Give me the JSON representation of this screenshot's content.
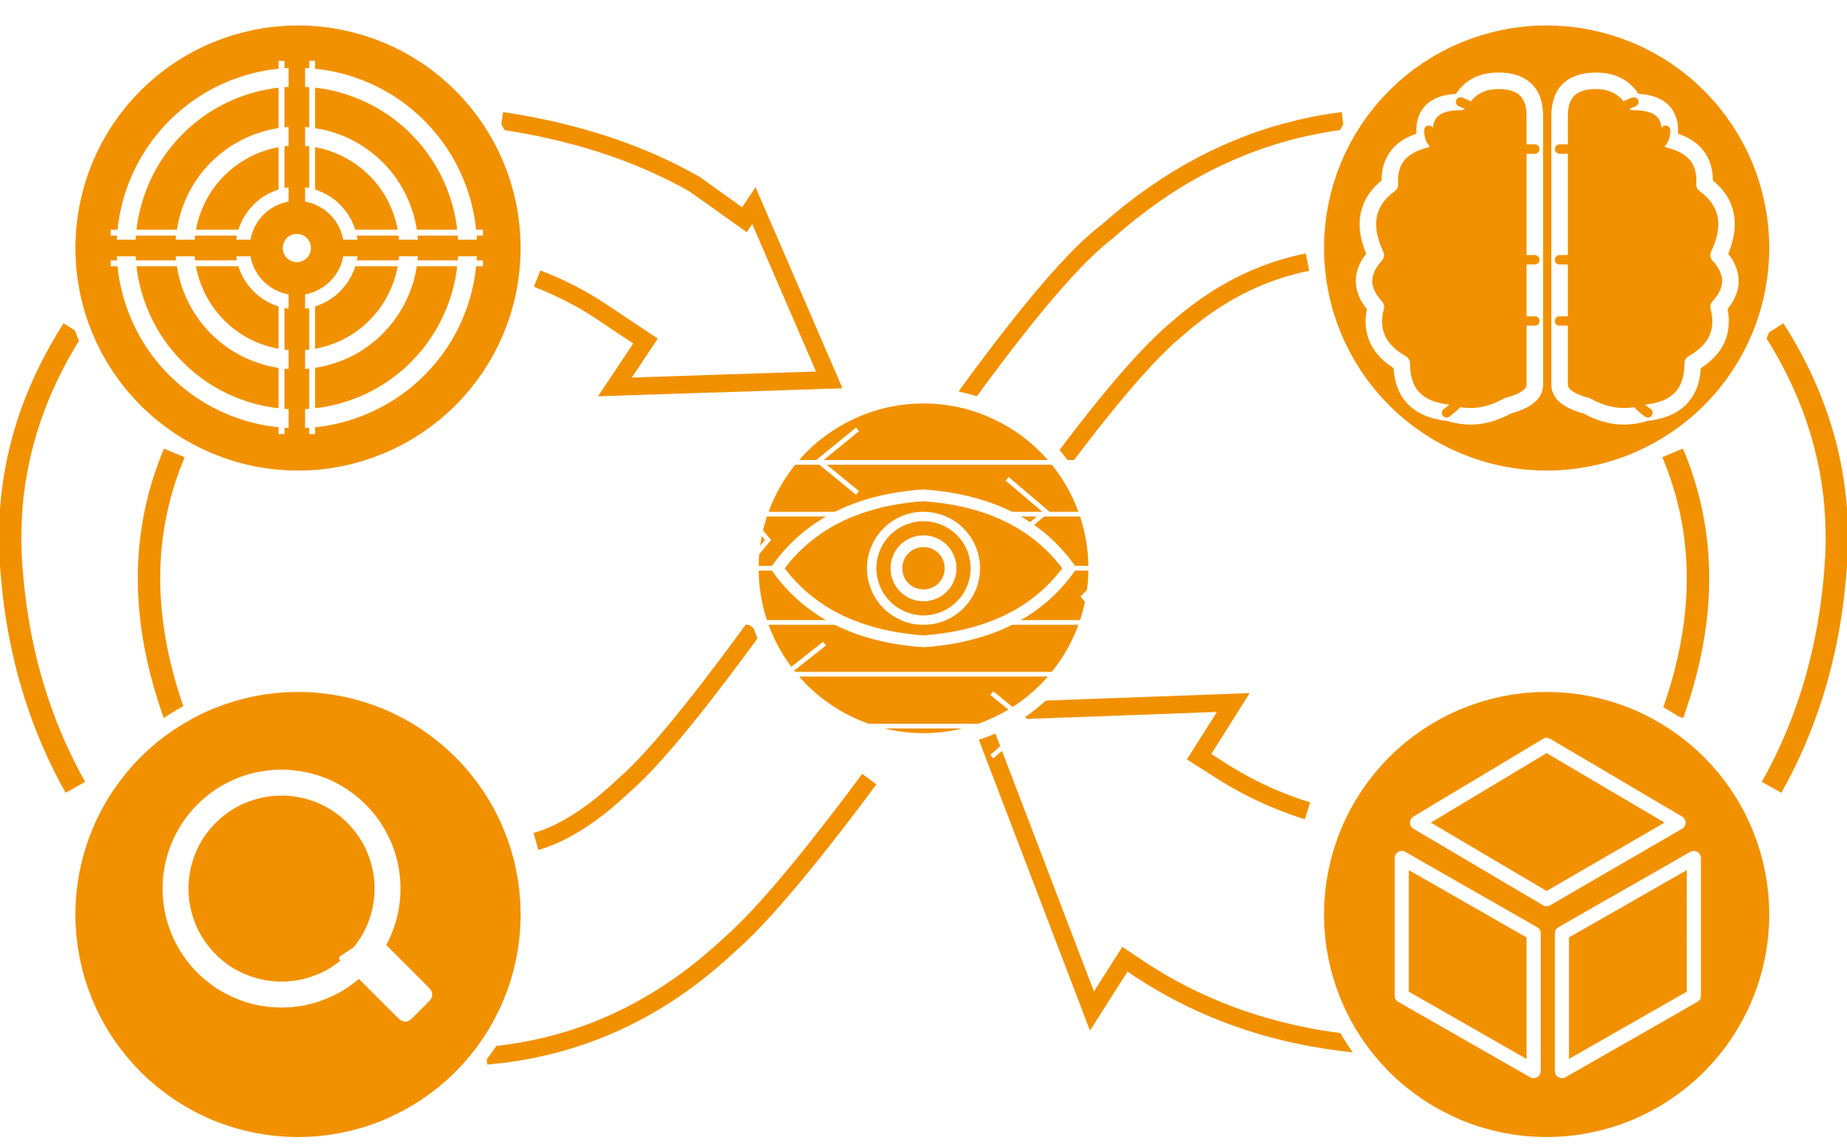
{
  "theme": {
    "accent": "#F29100",
    "background": "#FFFFFF",
    "icon_fill": "#FFFFFF"
  },
  "diagram": {
    "center_node": {
      "icon": "eye-icon"
    },
    "nodes": [
      {
        "id": "top-left",
        "icon": "target-icon"
      },
      {
        "id": "top-right",
        "icon": "brain-icon"
      },
      {
        "id": "bottom-left",
        "icon": "magnifier-icon"
      },
      {
        "id": "bottom-right",
        "icon": "cube-icon"
      }
    ],
    "connectors": [
      "top-left-to-center-arrow",
      "center-to-top-right-flow",
      "center-to-bottom-left-flow",
      "bottom-right-to-center-arrow",
      "left-cycle-arcs",
      "right-cycle-arcs"
    ]
  }
}
